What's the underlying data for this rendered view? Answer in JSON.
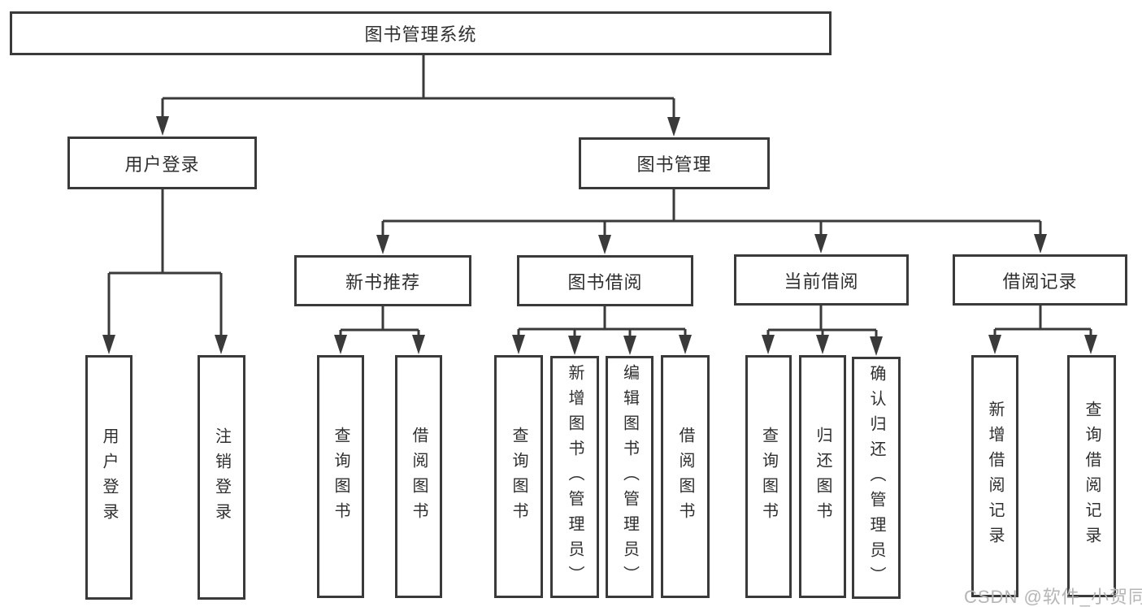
{
  "colors": {
    "line": "#3a3a3a",
    "text": "#2f2f2f",
    "background": "#ffffff",
    "watermark": "#b5b5b5"
  },
  "diagram": {
    "root": {
      "label": "图书管理系统"
    },
    "branches": [
      {
        "label": "用户登录",
        "children": [
          {
            "label": "用户登录"
          },
          {
            "label": "注销登录"
          }
        ]
      },
      {
        "label": "图书管理",
        "children": [
          {
            "label": "新书推荐",
            "children": [
              {
                "label": "查询图书"
              },
              {
                "label": "借阅图书"
              }
            ]
          },
          {
            "label": "图书借阅",
            "children": [
              {
                "label": "查询图书"
              },
              {
                "label": "新增图书（管理员）"
              },
              {
                "label": "编辑图书（管理员）"
              },
              {
                "label": "借阅图书"
              }
            ]
          },
          {
            "label": "当前借阅",
            "children": [
              {
                "label": "查询图书"
              },
              {
                "label": "归还图书"
              },
              {
                "label": "确认归还（管理员）"
              }
            ]
          },
          {
            "label": "借阅记录",
            "children": [
              {
                "label": "新增借阅记录"
              },
              {
                "label": "查询借阅记录"
              }
            ]
          }
        ]
      }
    ]
  },
  "watermark": {
    "text": "CSDN @软件_小贺同学"
  }
}
